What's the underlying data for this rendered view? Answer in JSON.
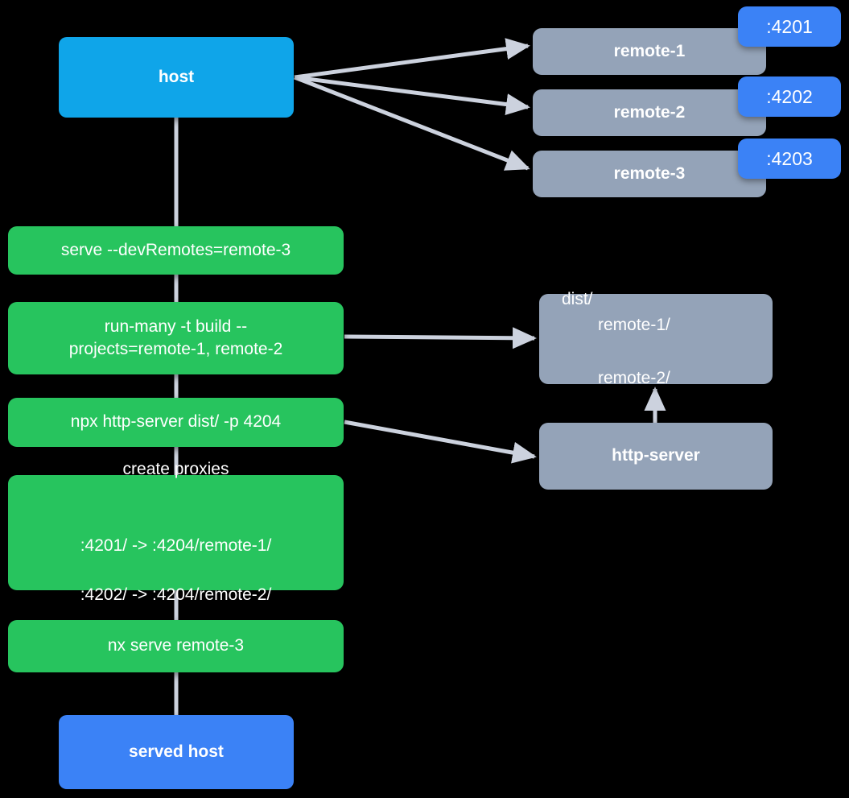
{
  "diagram": {
    "title": "Nx module federation host and remotes serve flow",
    "background_color": "#000000",
    "edge_color": "#ccd2de",
    "colors": {
      "host": "#0fa5e9",
      "served_host": "#3b82f6",
      "remote": "#94a3b8",
      "command": "#27c45e",
      "badge": "#3b82f6",
      "text": "#ffffff"
    }
  },
  "nodes": {
    "host": {
      "label": "host"
    },
    "remote_1": {
      "label": "remote-1",
      "port_badge": ":4201"
    },
    "remote_2": {
      "label": "remote-2",
      "port_badge": ":4202"
    },
    "remote_3": {
      "label": "remote-3",
      "port_badge": ":4203"
    },
    "serve_cmd": {
      "label": "serve --devRemotes=remote-3"
    },
    "run_many_cmd": {
      "label": "run-many -t build --\nprojects=remote-1, remote-2"
    },
    "http_server_cmd": {
      "label": "npx http-server dist/ -p 4204"
    },
    "create_proxies": {
      "title": "create proxies",
      "lines": [
        ":4201/ -> :4204/remote-1/",
        ":4202/ -> :4204/remote-2/"
      ]
    },
    "nx_serve_cmd": {
      "label": "nx serve remote-3"
    },
    "served_host": {
      "label": "served host"
    },
    "dist_dir": {
      "root": "dist/",
      "children": [
        "remote-1/",
        "remote-2/"
      ]
    },
    "http_server": {
      "label": "http-server"
    }
  },
  "edges": [
    {
      "from": "host",
      "to": "remote_1",
      "arrow": true
    },
    {
      "from": "host",
      "to": "remote_2",
      "arrow": true
    },
    {
      "from": "host",
      "to": "remote_3",
      "arrow": true
    },
    {
      "from": "host",
      "to": "serve_cmd",
      "arrow": false
    },
    {
      "from": "serve_cmd",
      "to": "run_many_cmd",
      "arrow": false
    },
    {
      "from": "run_many_cmd",
      "to": "dist_dir",
      "arrow": true
    },
    {
      "from": "run_many_cmd",
      "to": "http_server_cmd",
      "arrow": false
    },
    {
      "from": "http_server_cmd",
      "to": "http_server",
      "arrow": true
    },
    {
      "from": "http_server",
      "to": "dist_dir",
      "arrow": true
    },
    {
      "from": "http_server_cmd",
      "to": "create_proxies",
      "arrow": false
    },
    {
      "from": "create_proxies",
      "to": "nx_serve_cmd",
      "arrow": false
    },
    {
      "from": "nx_serve_cmd",
      "to": "served_host",
      "arrow": false
    }
  ]
}
